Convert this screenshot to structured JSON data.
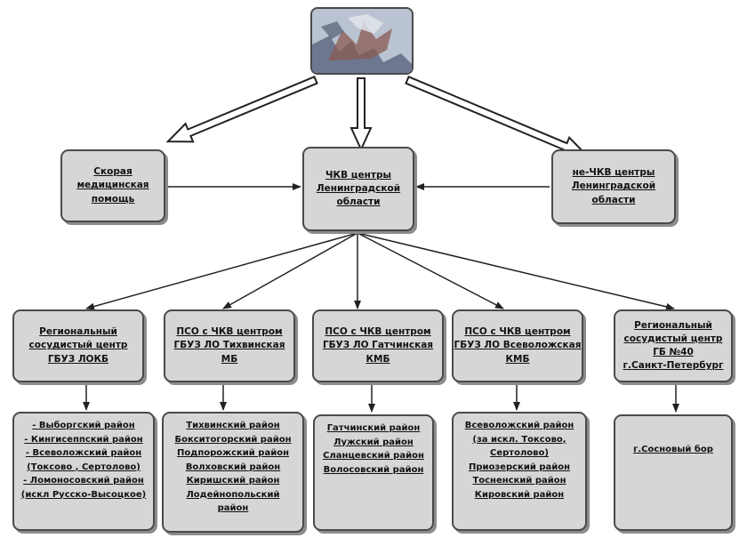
{
  "top": {
    "ambulance": [
      "Скорая",
      "медицинская",
      "помощь"
    ],
    "center": [
      "ЧКВ центры",
      "Ленинградской",
      "области"
    ],
    "non_pci": [
      "не-ЧКВ центры",
      "Ленинградской",
      "области"
    ]
  },
  "centers": [
    [
      "Региональный",
      "сосудистый центр",
      "ГБУЗ ЛОКБ"
    ],
    [
      "ПСО с ЧКВ центром",
      "ГБУЗ ЛО Тихвинская",
      "МБ"
    ],
    [
      "ПСО с ЧКВ центром",
      "ГБУЗ ЛО Гатчинская",
      "КМБ"
    ],
    [
      "ПСО с ЧКВ центром",
      "ГБУЗ ЛО Всеволожская",
      "КМБ"
    ],
    [
      "Региональный",
      "сосудистый центр",
      "ГБ №40",
      "г.Санкт-Петербург"
    ]
  ],
  "districts": [
    [
      "- Выборгский район",
      "- Кингисеппский район",
      "- Всеволожский район",
      "(Токсово , Сертолово)",
      "- Ломоносовский район",
      "(искл Русско-Высоцкое)"
    ],
    [
      "Тихвинский район",
      "Бокситогорский район",
      "Подпорожский район",
      "Волховский район",
      "Киришский район",
      "Лодейнопольский",
      "район"
    ],
    [
      "Гатчинский район",
      "Лужский район",
      "Сланцевский район",
      "Волосовский район"
    ],
    [
      "Всеволожский район",
      "(за искл. Токсово,",
      "Сертолово)",
      "Приозерский район",
      "Тосненский район",
      "Кировский район"
    ],
    [
      "г.Сосновый бор"
    ]
  ]
}
